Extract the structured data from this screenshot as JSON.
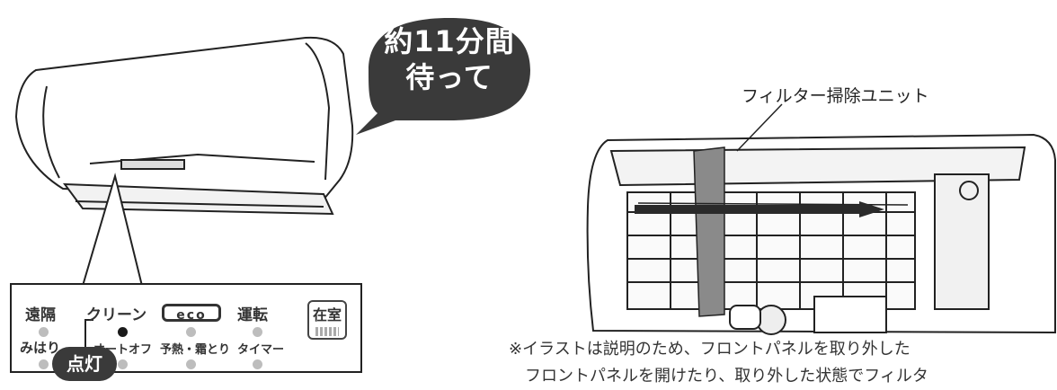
{
  "bubble": {
    "line1": "約11分間",
    "line2": "待って"
  },
  "indicators": {
    "top_row": [
      "遠隔",
      "クリーン",
      "eco",
      "運転"
    ],
    "bottom_row": [
      "みはり",
      "オートオフ",
      "予熱・霜とり",
      "タイマー"
    ],
    "presence_label": "在室",
    "lit_badge": "点灯"
  },
  "unit_label": "フィルター掃除ユニット",
  "note": {
    "line1": "※イラストは説明のため、フロントパネルを取り外した",
    "line2": "フロントパネルを開けたり、取り外した状態でフィルタ"
  },
  "colors": {
    "bubble": "#3a3a3a",
    "lit_dot": "#1a1a1a",
    "unlit_dot": "#bdbdbd",
    "unit_band": "#8a8a8a"
  }
}
